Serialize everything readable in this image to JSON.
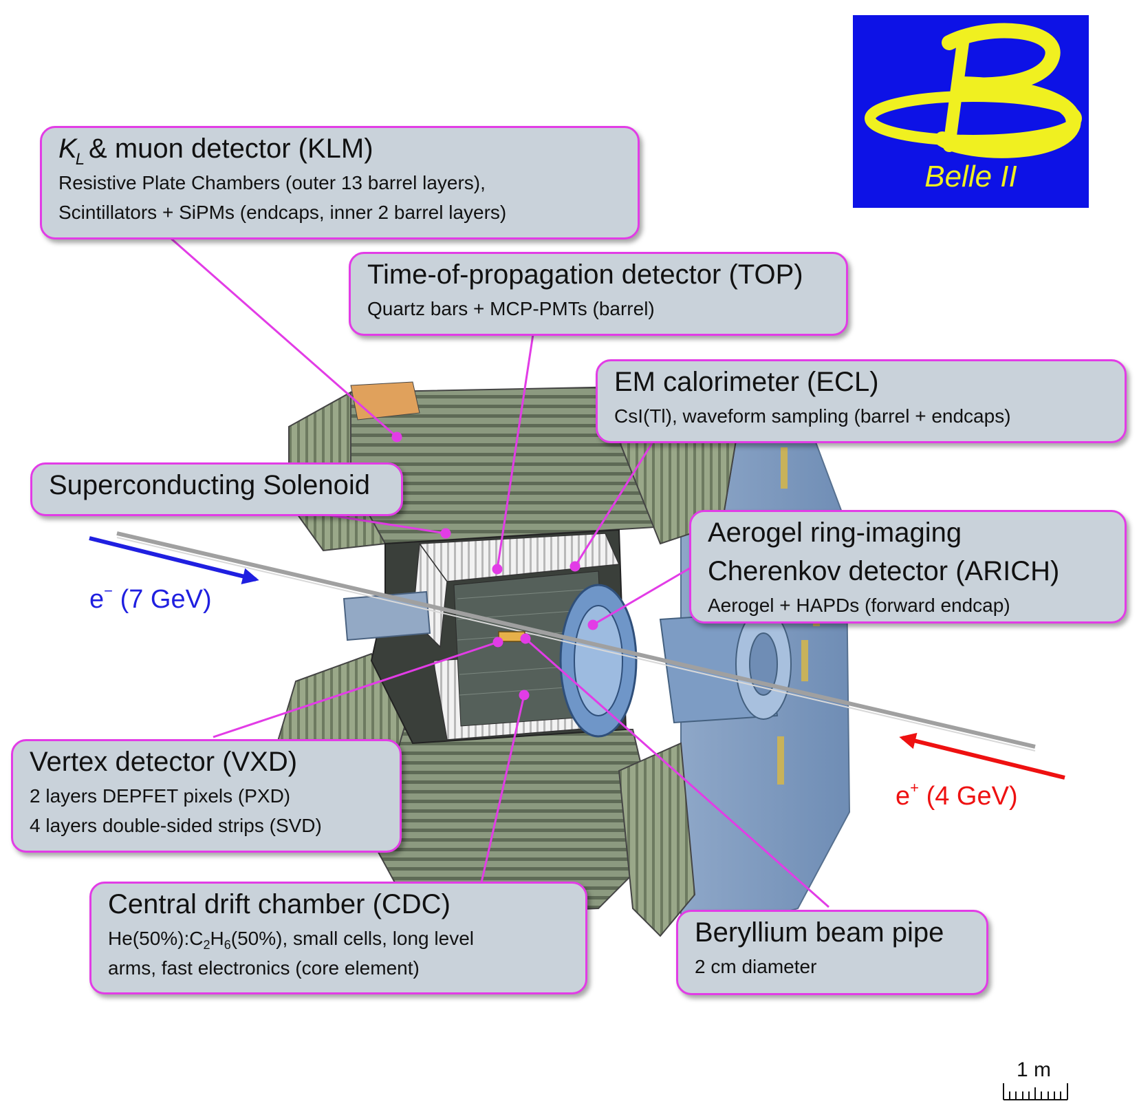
{
  "logo": {
    "text": "Belle II",
    "background": "#0d12e6",
    "color": "#f0f020"
  },
  "callouts": {
    "klm": {
      "title_k": "K",
      "title_l": "L",
      "title_rest": "& muon detector (KLM)",
      "line1": "Resistive Plate Chambers (outer 13 barrel layers),",
      "line2": "Scintillators + SiPMs (endcaps, inner 2 barrel layers)"
    },
    "top": {
      "title": "Time-of-propagation detector (TOP)",
      "line1": "Quartz bars + MCP-PMTs (barrel)"
    },
    "ecl": {
      "title": "EM calorimeter (ECL)",
      "line1": "CsI(Tl), waveform sampling (barrel + endcaps)"
    },
    "solenoid": {
      "title": "Superconducting Solenoid"
    },
    "arich": {
      "title1": "Aerogel ring-imaging",
      "title2": "Cherenkov detector (ARICH)",
      "line1": "Aerogel + HAPDs (forward endcap)"
    },
    "vxd": {
      "title": "Vertex detector (VXD)",
      "line1": "2 layers DEPFET pixels (PXD)",
      "line2": "4 layers double-sided strips (SVD)"
    },
    "cdc": {
      "title": "Central drift chamber (CDC)",
      "line1_a": "He(50%):C",
      "line1_s1": "2",
      "line1_b": "H",
      "line1_s2": "6",
      "line1_c": "(50%), small cells, long level",
      "line2": "arms, fast electronics (core element)"
    },
    "beampipe": {
      "title": "Beryllium beam pipe",
      "line1": "2 cm diameter"
    }
  },
  "beams": {
    "electron": {
      "particle": "e",
      "sign": "−",
      "energy": "(7 GeV)",
      "color": "#1f1fe0"
    },
    "positron": {
      "particle": "e",
      "sign": "+",
      "energy": "(4 GeV)",
      "color": "#ee1111"
    }
  },
  "scale": {
    "label": "1 m"
  },
  "colors": {
    "callout_border": "#e23ce6",
    "callout_fill": "#c9d2da",
    "leader_line": "#e23ce6"
  }
}
